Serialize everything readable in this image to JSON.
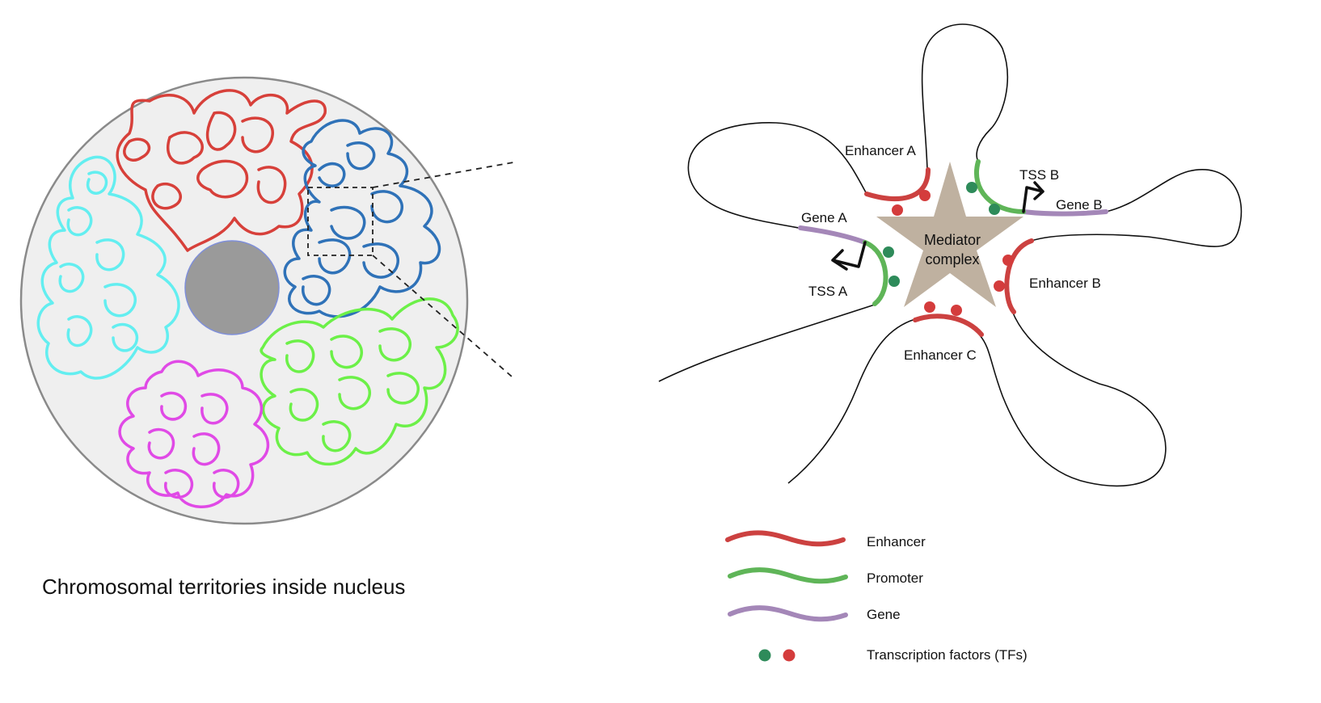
{
  "nucleus": {
    "caption": "Chromosomal territories inside nucleus",
    "territory_colors": {
      "red": "#d7403a",
      "blue": "#2f72b8",
      "cyan": "#63eef0",
      "green": "#6cf048",
      "magenta": "#e04ae6"
    },
    "nucleolus_color": "#9a9a9a",
    "background_color": "#efefef"
  },
  "hub": {
    "mediator_label_line1": "Mediator",
    "mediator_label_line2": "complex",
    "mediator_color": "#bfb1a0",
    "enhancer_a": "Enhancer A",
    "enhancer_b": "Enhancer B",
    "enhancer_c": "Enhancer C",
    "gene_a": "Gene A",
    "gene_b": "Gene B",
    "tss_a": "TSS A",
    "tss_b": "TSS B"
  },
  "legend": {
    "enhancer": {
      "label": "Enhancer",
      "color": "#cc4140"
    },
    "promoter": {
      "label": "Promoter",
      "color": "#5fb558"
    },
    "gene": {
      "label": "Gene",
      "color": "#a487b8"
    },
    "tfs": {
      "label": "Transcription factors (TFs)",
      "colors": [
        "#2e8b5a",
        "#d43c3c"
      ]
    }
  }
}
